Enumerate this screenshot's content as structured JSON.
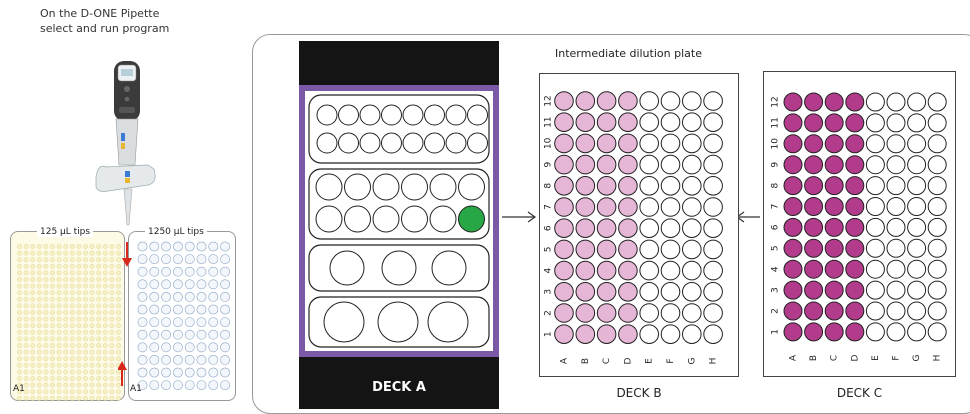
{
  "instruction": {
    "line1": "On the D-ONE Pipette",
    "line2": "select and run program"
  },
  "tip_racks": {
    "small": {
      "label": "125 µL tips",
      "corner": "A1"
    },
    "large": {
      "label": "1250 µL tips",
      "corner": "A1"
    }
  },
  "deck_a": {
    "label": "DECK A"
  },
  "deck_b": {
    "label": "DECK B",
    "title": "Intermediate dilution plate",
    "rows": [
      "12",
      "11",
      "10",
      "9",
      "8",
      "7",
      "6",
      "5",
      "4",
      "3",
      "2",
      "1"
    ],
    "cols": [
      "A",
      "B",
      "C",
      "D",
      "E",
      "F",
      "G",
      "H"
    ],
    "filled_columns": [
      "A",
      "B",
      "C",
      "D"
    ],
    "fill_color": "#e6b6d6"
  },
  "deck_c": {
    "label": "DECK C",
    "rows": [
      "12",
      "11",
      "10",
      "9",
      "8",
      "7",
      "6",
      "5",
      "4",
      "3",
      "2",
      "1"
    ],
    "cols": [
      "A",
      "B",
      "C",
      "D",
      "E",
      "F",
      "G",
      "H"
    ],
    "filled_columns": [
      "A",
      "B",
      "C",
      "D"
    ],
    "fill_color": "#b23b8c"
  },
  "colors": {
    "deck_a_frame": "#7a5aa6",
    "active_well": "#27a745",
    "arrow_red": "#d9271c",
    "small_tip_bg": "#fdfbe6"
  },
  "icons": {
    "pipette": "pipette-icon",
    "arrow": "arrow-right-icon"
  }
}
